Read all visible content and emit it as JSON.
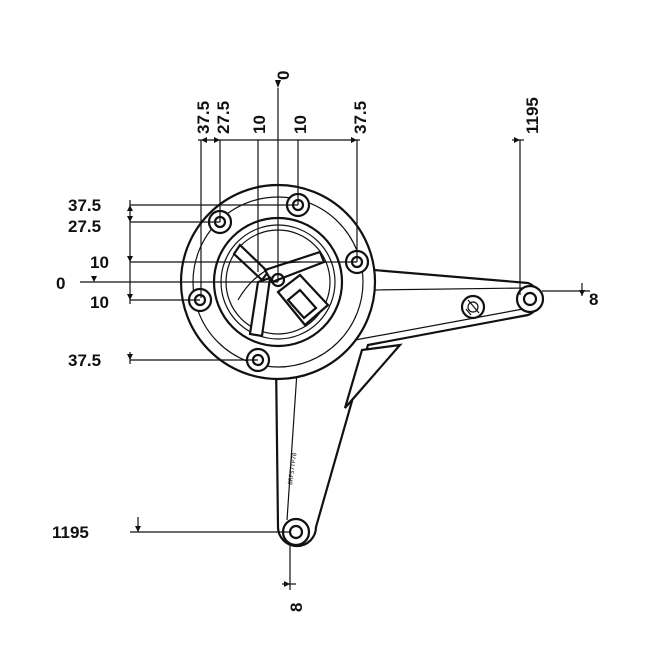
{
  "diagram": {
    "stamp_text": "8RFS7TP70",
    "colors": {
      "line": "#111111",
      "background": "#ffffff"
    },
    "dimensions": {
      "top_37_5_left": "37.5",
      "top_27_5": "27.5",
      "top_10_left": "10",
      "top_10_right": "10",
      "top_0": "0",
      "top_37_5_right": "37.5",
      "top_1195": "1195",
      "left_37_5_top": "37.5",
      "left_27_5": "27.5",
      "left_10_top": "10",
      "left_0": "0",
      "left_10_bottom": "10",
      "left_37_5_bottom": "37.5",
      "left_1195": "1195",
      "right_8": "8",
      "bottom_8": "8"
    }
  }
}
